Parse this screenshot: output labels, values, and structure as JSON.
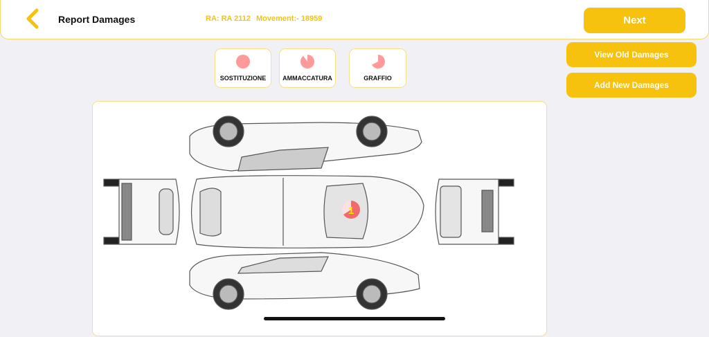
{
  "header": {
    "title": "Report Damages",
    "ra": "RA: RA 2112",
    "movement": "Movement:- 18959",
    "back_icon": "chevron-left-icon"
  },
  "buttons": {
    "next": "Next",
    "view_old": "View Old Damages",
    "add_new": "Add New Damages"
  },
  "legend": [
    {
      "label": "SOSTITUZIONE",
      "fill_fraction": 1.0
    },
    {
      "label": "AMMACCATURA",
      "fill_fraction": 0.9
    },
    {
      "label": "GRAFFIO",
      "fill_fraction": 0.65
    }
  ],
  "markers": [
    {
      "label": "1"
    }
  ],
  "colors": {
    "accent": "#f7c20e",
    "damage": "#ff9a9a",
    "marker": "#f26a6a"
  }
}
